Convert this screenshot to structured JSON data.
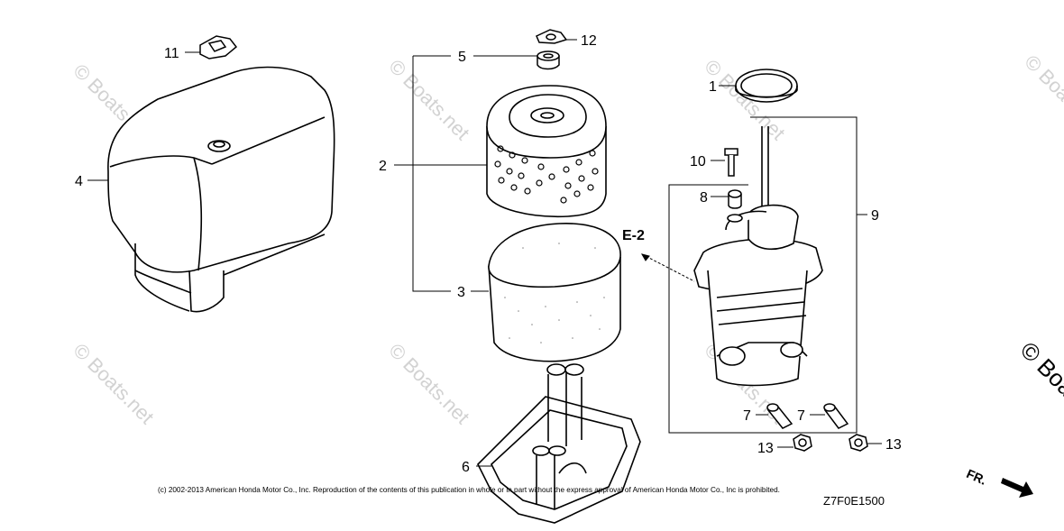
{
  "diagram": {
    "callouts": {
      "c1": "1",
      "c2": "2",
      "c3": "3",
      "c4": "4",
      "c5": "5",
      "c6": "6",
      "c7a": "7",
      "c7b": "7",
      "c8": "8",
      "c9": "9",
      "c10": "10",
      "c11": "11",
      "c12": "12",
      "c13a": "13",
      "c13b": "13"
    },
    "reference_label": "E-2",
    "direction_label": "FR.",
    "diagram_code": "Z7F0E1500",
    "copyright": "(c) 2002-2013 American Honda Motor Co., Inc. Reproduction of the contents of this publication in whole or in part without the express approval of American Honda Motor Co., Inc is prohibited.",
    "watermark": "© Boats.net"
  }
}
